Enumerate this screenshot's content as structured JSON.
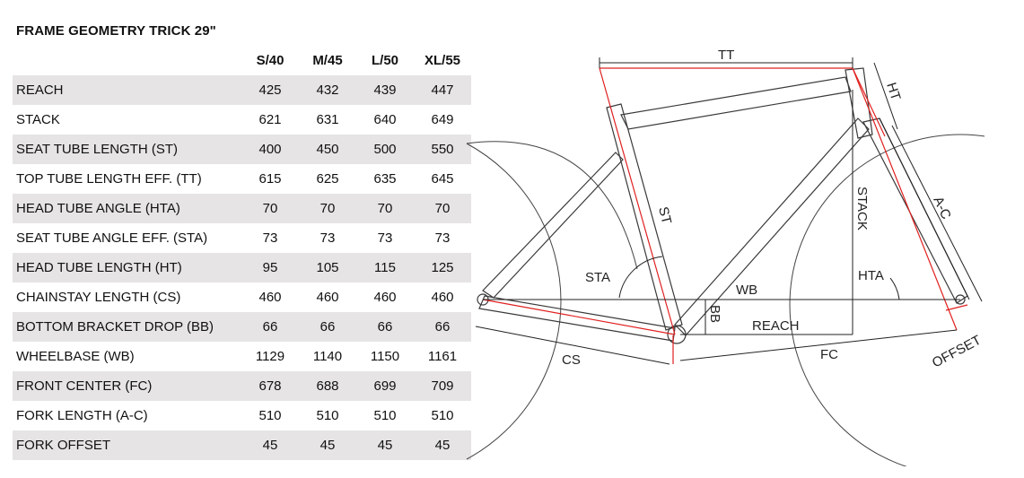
{
  "title": "FRAME GEOMETRY TRICK 29\"",
  "table": {
    "columns": [
      "S/40",
      "M/45",
      "L/50",
      "XL/55"
    ],
    "rows": [
      {
        "label": "REACH",
        "values": [
          "425",
          "432",
          "439",
          "447"
        ]
      },
      {
        "label": "STACK",
        "values": [
          "621",
          "631",
          "640",
          "649"
        ]
      },
      {
        "label": "SEAT TUBE LENGTH (ST)",
        "values": [
          "400",
          "450",
          "500",
          "550"
        ]
      },
      {
        "label": "TOP TUBE LENGTH EFF. (TT)",
        "values": [
          "615",
          "625",
          "635",
          "645"
        ]
      },
      {
        "label": "HEAD TUBE ANGLE (HTA)",
        "values": [
          "70",
          "70",
          "70",
          "70"
        ]
      },
      {
        "label": "SEAT TUBE ANGLE EFF. (STA)",
        "values": [
          "73",
          "73",
          "73",
          "73"
        ]
      },
      {
        "label": "HEAD TUBE LENGTH (HT)",
        "values": [
          "95",
          "105",
          "115",
          "125"
        ]
      },
      {
        "label": "CHAINSTAY LENGTH (CS)",
        "values": [
          "460",
          "460",
          "460",
          "460"
        ]
      },
      {
        "label": "BOTTOM BRACKET DROP (BB)",
        "values": [
          "66",
          "66",
          "66",
          "66"
        ]
      },
      {
        "label": "WHEELBASE (WB)",
        "values": [
          "1129",
          "1140",
          "1150",
          "1161"
        ]
      },
      {
        "label": "FRONT CENTER (FC)",
        "values": [
          "678",
          "688",
          "699",
          "709"
        ]
      },
      {
        "label": "FORK LENGTH (A-C)",
        "values": [
          "510",
          "510",
          "510",
          "510"
        ]
      },
      {
        "label": "FORK OFFSET",
        "values": [
          "45",
          "45",
          "45",
          "45"
        ]
      }
    ]
  },
  "diagram": {
    "labels": {
      "tt": "TT",
      "ht": "HT",
      "st": "ST",
      "stack": "STACK",
      "ac": "A-C",
      "sta": "STA",
      "hta": "HTA",
      "wb": "WB",
      "bb": "BB",
      "reach": "REACH",
      "cs": "CS",
      "fc": "FC",
      "offset": "OFFSET"
    },
    "colors": {
      "dimension_red": "#e02020",
      "frame_line": "#3a3a3a"
    }
  }
}
